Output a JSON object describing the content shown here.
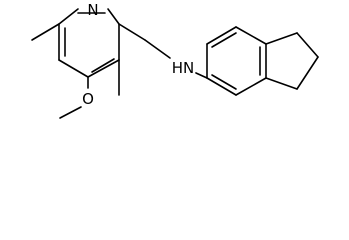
{
  "structure": {
    "atoms": [
      {
        "id": "N1",
        "label": "N"
      },
      {
        "id": "N2",
        "label": "HN"
      },
      {
        "id": "O1",
        "label": "O"
      }
    ]
  },
  "colors": {
    "bond": "#000000",
    "label": "#000000",
    "background": "#ffffff"
  }
}
